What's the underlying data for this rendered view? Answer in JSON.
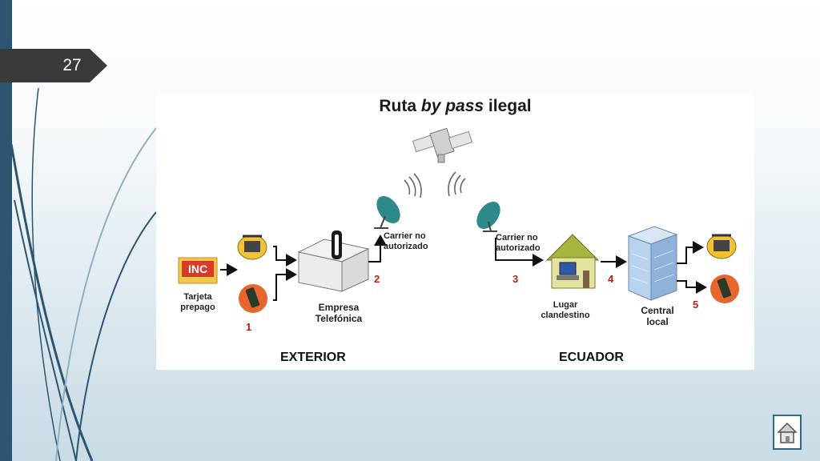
{
  "slide": {
    "page_number": "27"
  },
  "diagram": {
    "title_pre": "Ruta ",
    "title_italic": "by pass",
    "title_post": " ilegal",
    "card_logo": "INC",
    "card_label": "Tarjeta\nprepago",
    "company_label": "Empresa\nTelefónica",
    "carrier_left": "Carrier no\nautorizado",
    "carrier_right": "Carrier no\nautorizado",
    "clandestine_label": "Lugar\nclandestino",
    "central_label": "Central\nlocal",
    "steps": [
      "1",
      "2",
      "3",
      "4",
      "5"
    ],
    "region_left": "EXTERIOR",
    "region_right": "ECUADOR"
  },
  "icons": [
    "home-icon",
    "satellite-icon",
    "dish-icon",
    "payphone-icon",
    "cellphone-icon",
    "building-icon",
    "house-icon",
    "computer-icon"
  ],
  "colors": {
    "sidebar": "#2c5571",
    "tab": "#3a3a3a",
    "step_number": "#b32020",
    "dish": "#2e8a8a"
  }
}
